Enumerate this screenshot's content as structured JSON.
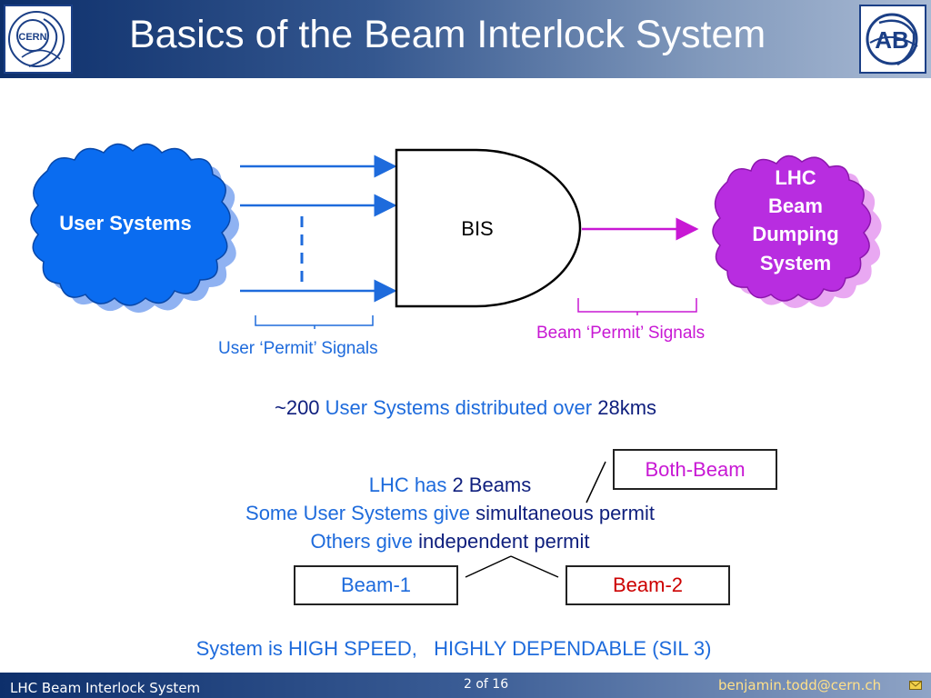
{
  "slide": {
    "title": "Basics of the Beam Interlock System",
    "logo_left": "CERN",
    "logo_right": "AB"
  },
  "diagram": {
    "user_systems": "User Systems",
    "bis": "BIS",
    "dump_lines": [
      "LHC",
      "Beam",
      "Dumping",
      "System"
    ],
    "user_permit": "User ‘Permit’ Signals",
    "beam_permit": "Beam ‘Permit’ Signals"
  },
  "summary": {
    "prefix": "~",
    "count": "200",
    "middle": " User Systems distributed over ",
    "distance": "28kms"
  },
  "beams": {
    "line1_a": "LHC has ",
    "line1_b": "2 Beams",
    "line2_a": "Some User Systems give ",
    "line2_b": "simultaneous permit",
    "line3_a": "Others give ",
    "line3_b": "independent permit",
    "both": "Both-Beam",
    "beam1": "Beam-1",
    "beam2": "Beam-2"
  },
  "bottom_line": "System is HIGH SPEED,   HIGHLY DEPENDABLE (SIL 3)",
  "footer": {
    "left": "LHC Beam Interlock System",
    "page": "2 of 16",
    "email": "benjamin.todd@cern.ch",
    "email_icon": "envelope-icon"
  },
  "colors": {
    "accent_blue": "#1e6bdc",
    "navy": "#10207e",
    "magenta": "#c818d4",
    "red": "#cc0000",
    "user_blob": "#0a6cf0",
    "dump_blob": "#b82de0"
  }
}
